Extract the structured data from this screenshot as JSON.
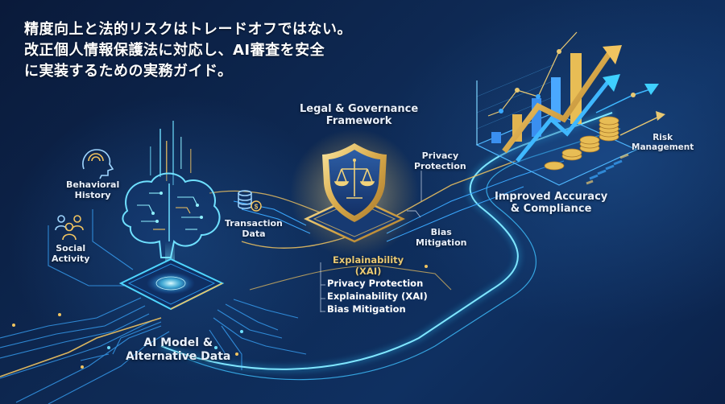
{
  "headline": {
    "lines": [
      "精度向上と法的リスクはトレードオフではない。",
      "改正個人情報保護法に対応し、AI審査を安全",
      "に実装するための実務ガイド。"
    ]
  },
  "inputs": {
    "behavioral": {
      "line1": "Behavioral",
      "line2": "History",
      "icon": "head-signal-icon"
    },
    "social": {
      "line1": "Social",
      "line2": "Activity",
      "icon": "people-icon"
    },
    "transaction": {
      "line1": "Transaction",
      "line2": "Data",
      "icon": "database-dollar-icon"
    }
  },
  "ai_model": {
    "line1": "AI Model &",
    "line2": "Alternative Data",
    "icon": "brain-circuit-icon"
  },
  "governance": {
    "title_line1": "Legal & Governance",
    "title_line2": "Framework",
    "icon": "shield-scales-icon",
    "privacy_label": {
      "line1": "Privacy",
      "line2": "Protection"
    },
    "bias_label": {
      "line1": "Bias",
      "line2": "Mitigation"
    },
    "xai_label": {
      "line1": "Explainability",
      "line2": "(XAI)"
    },
    "list": [
      "Privacy Protection",
      "Explainability (XAI)",
      "Bias Mitigation"
    ]
  },
  "outcome": {
    "line1": "Improved Accuracy",
    "line2": "& Compliance",
    "risk_label": {
      "line1": "Risk",
      "line2": "Management"
    },
    "icon": "growth-chart-coins-icon"
  },
  "colors": {
    "background": "#0b1d3f",
    "gold": "#e8c872",
    "cyan": "#3fd0ff",
    "text": "#ffffff"
  }
}
